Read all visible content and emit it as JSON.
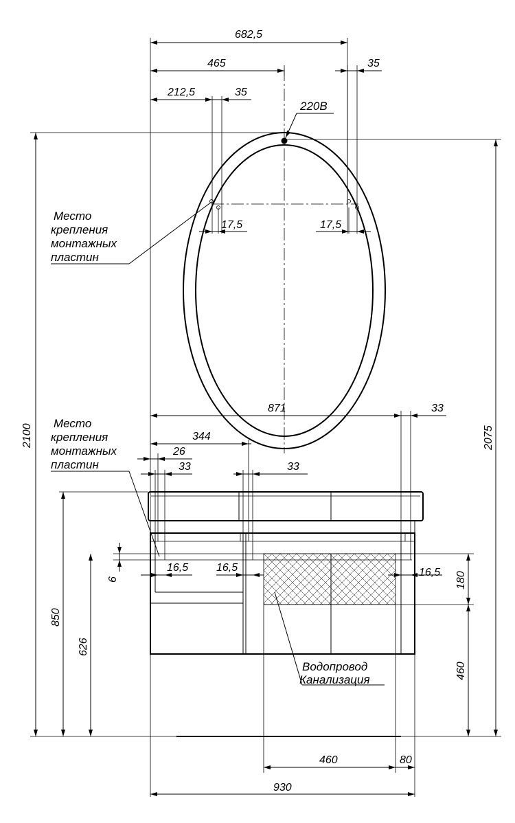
{
  "dimensions": {
    "mirror_width": "682,5",
    "mirror_half": "465",
    "mount_left_offset": "212,5",
    "mount_left_gap": "35",
    "mount_right_gap": "35",
    "mount_left_height": "17,5",
    "mount_right_height": "17,5",
    "cabinet_width": "871",
    "cabinet_right_gap": "33",
    "cabinet_mount_span": "344",
    "cabinet_mount_26": "26",
    "cabinet_mount_33_left": "33",
    "cabinet_mount_33_mid": "33",
    "cabinet_mount_16_5_left": "16,5",
    "cabinet_mount_16_5_mid": "16,5",
    "cabinet_mount_16_5_right": "16,5",
    "cabinet_mount_6": "6",
    "height_total": "2100",
    "height_mirror_top": "2075",
    "height_cabinet": "850",
    "height_mount": "626",
    "height_utility": "180",
    "height_utility_floor": "460",
    "utility_width": "460",
    "utility_offset": "80",
    "overall_width": "930"
  },
  "labels": {
    "power": "220В",
    "mirror_mount": [
      "Место",
      "крепления",
      "монтажных",
      "пластин"
    ],
    "cabinet_mount": [
      "Место",
      "крепления",
      "монтажных",
      "пластин"
    ],
    "utilities": [
      "Водопровод",
      "Канализация"
    ]
  }
}
